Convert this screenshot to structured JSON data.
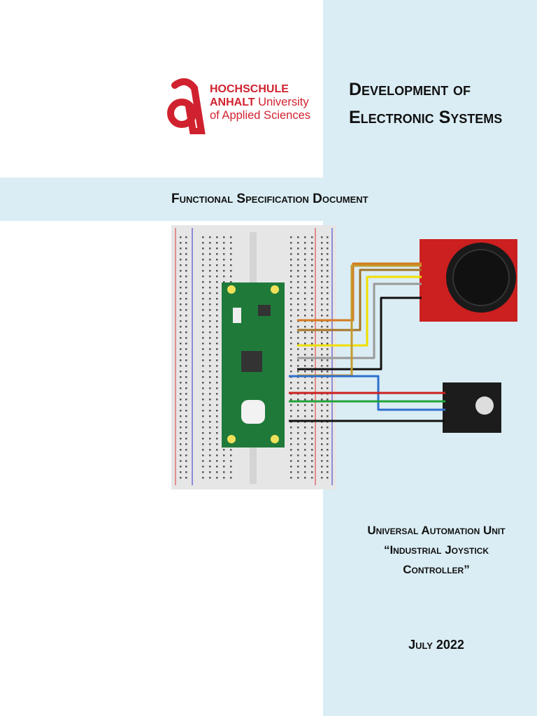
{
  "logo": {
    "line1": "HOCHSCHULE",
    "line2_bold": "ANHALT",
    "line2_rest": " University",
    "line3": "of Applied Sciences",
    "brand_color": "#d0212e"
  },
  "title": {
    "line1": "Development of",
    "line2": "Electronic Systems"
  },
  "subtitle": "Functional Specification Document",
  "unit": {
    "line1": "Universal Automation Unit",
    "line2": "“Industrial Joystick",
    "line3": "Controller”"
  },
  "date": "July 2022",
  "colors": {
    "panel": "#daedf4",
    "board_green": "#1f7a3a",
    "joystick_red": "#cc1f1f"
  }
}
